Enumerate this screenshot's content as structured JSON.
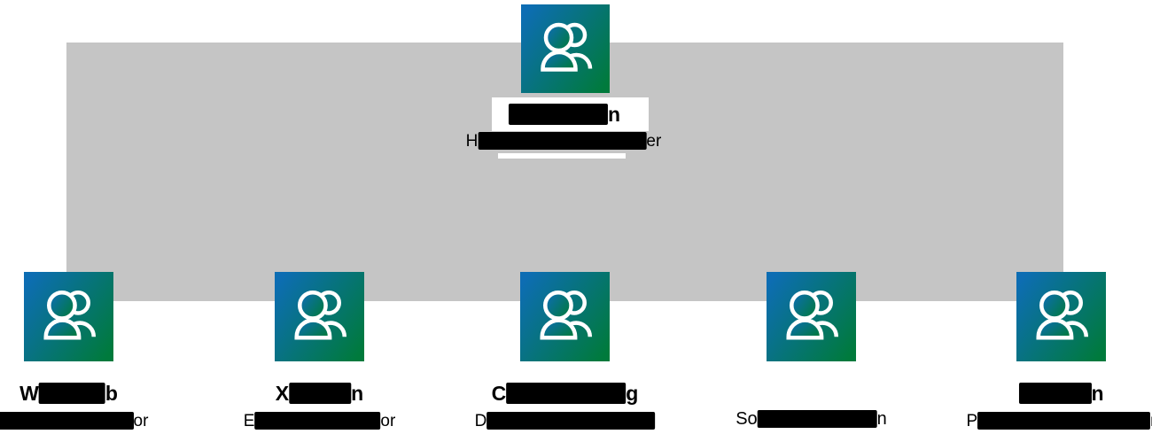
{
  "diagram": {
    "type": "org-chart",
    "colors": {
      "background": "#ffffff",
      "panel_gray": "#c5c5c5",
      "icon_gradient_start": "#0d6db3",
      "icon_gradient_end": "#007a3c",
      "icon_glyph": "#ffffff",
      "redaction": "#000000",
      "text": "#000000",
      "label_box": "#ffffff"
    },
    "icon": "people-icon",
    "root": {
      "name_prefix": "",
      "name_suffix": "n",
      "title_prefix": "H",
      "title_suffix": "er"
    },
    "children": [
      {
        "name_prefix": "W",
        "name_suffix": "b",
        "title_prefix": "",
        "title_suffix": "or"
      },
      {
        "name_prefix": "X",
        "name_suffix": "n",
        "title_prefix": "E",
        "title_suffix": "or"
      },
      {
        "name_prefix": "C",
        "name_suffix": "g",
        "title_prefix": "D",
        "title_suffix": ""
      },
      {
        "name_prefix": "",
        "name_suffix": "",
        "title_prefix": "So",
        "title_suffix": "n"
      },
      {
        "name_prefix": "",
        "name_suffix": "n",
        "title_prefix": "P",
        "title_suffix": "r"
      }
    ]
  }
}
